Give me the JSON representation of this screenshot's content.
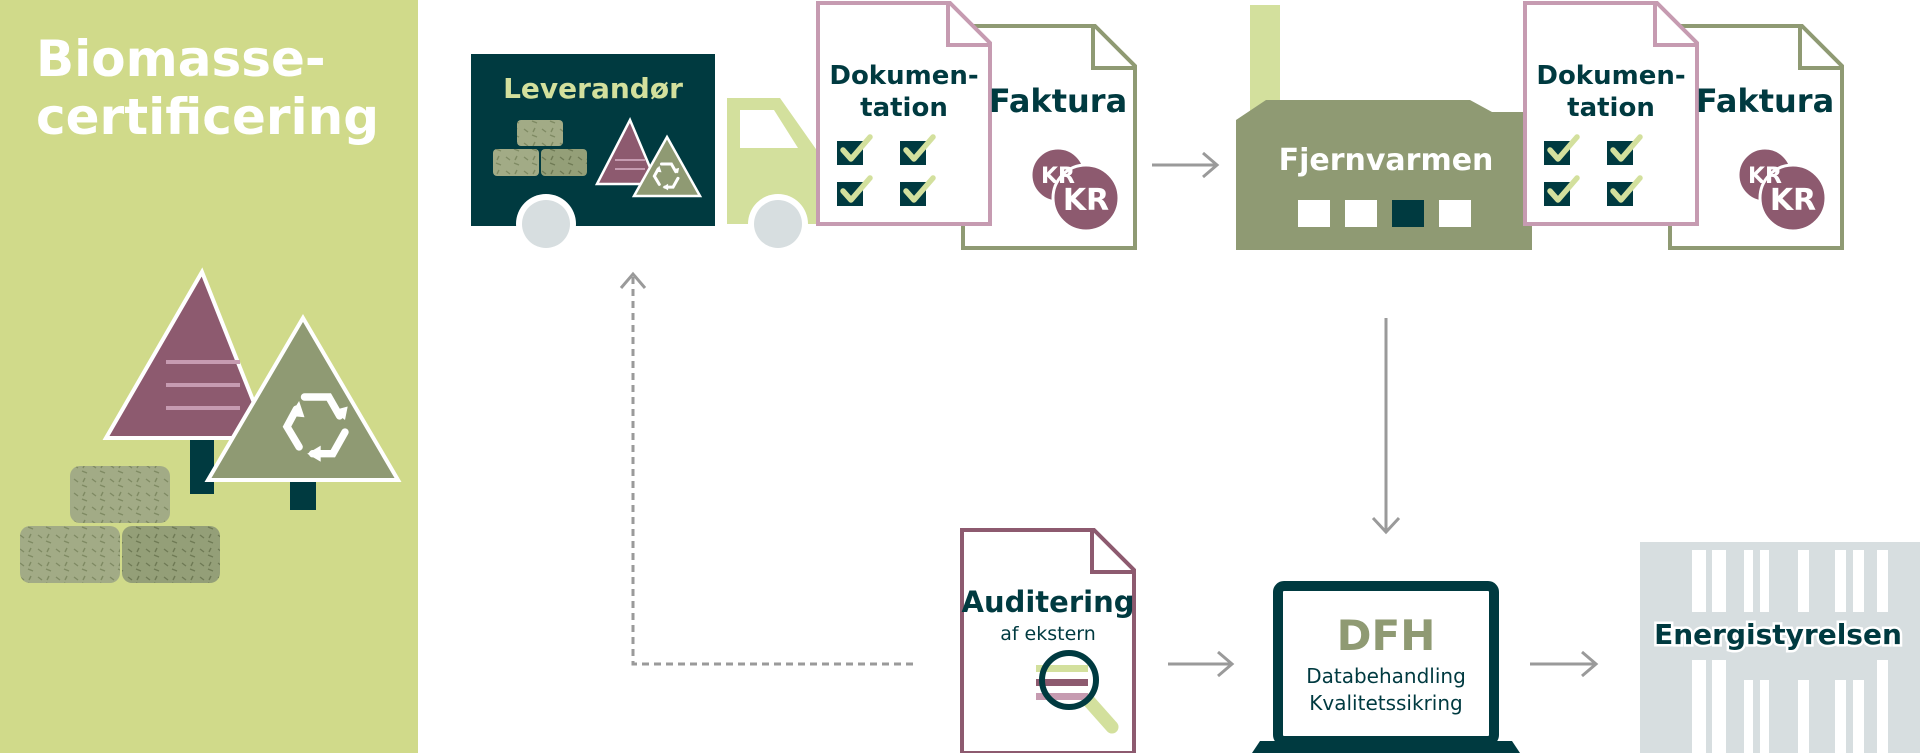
{
  "colors": {
    "sidebar": "#d0da8a",
    "teal": "#003a40",
    "lime": "#d3e09d",
    "olive": "#8f9a73",
    "plum": "#8d5a6f",
    "pink": "#c69bb1",
    "grey_arrow": "#9a9a9a",
    "building": "#d7dee0"
  },
  "sidebar": {
    "title_line1": "Biomasse-",
    "title_line2": "certificering",
    "icons": [
      "spruce-tree-icon",
      "recycle-tree-icon",
      "hay-bales-icon"
    ]
  },
  "supplier": {
    "label": "Leverandør",
    "docs": {
      "documentation_line1": "Dokumen-",
      "documentation_line2": "tation",
      "invoice": "Faktura",
      "currency_front": "KR",
      "currency_back": "KR"
    }
  },
  "plant": {
    "label": "Fjernvarmen",
    "docs": {
      "documentation_line1": "Dokumen-",
      "documentation_line2": "tation",
      "invoice": "Faktura",
      "currency_front": "KR",
      "currency_back": "KR"
    }
  },
  "audit": {
    "title": "Auditering",
    "subtitle": "af ekstern"
  },
  "dfh": {
    "title": "DFH",
    "line1": "Databehandling",
    "line2": "Kvalitetssikring"
  },
  "agency": {
    "label": "Energistyrelsen"
  }
}
